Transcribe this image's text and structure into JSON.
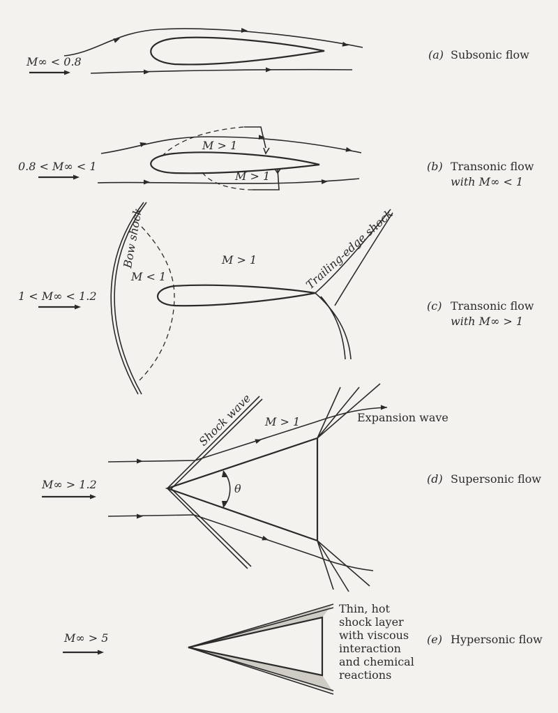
{
  "panels": {
    "a": {
      "tag": "(a)",
      "title": "Subsonic flow",
      "mach": "M∞ < 0.8"
    },
    "b": {
      "tag": "(b)",
      "title_line1": "Transonic flow",
      "title_line2": "with M∞ < 1",
      "mach": "0.8 < M∞ < 1",
      "region_upper": "M > 1",
      "region_lower": "M > 1"
    },
    "c": {
      "tag": "(c)",
      "title_line1": "Transonic flow",
      "title_line2": "with M∞ > 1",
      "mach": "1 < M∞ < 1.2",
      "bow_shock": "Bow shock",
      "subsonic_region": "M < 1",
      "supersonic_region": "M > 1",
      "te_shock": "Trailing-edge shock"
    },
    "d": {
      "tag": "(d)",
      "title": "Supersonic flow",
      "mach": "M∞ > 1.2",
      "shock_wave": "Shock wave",
      "region": "M > 1",
      "expansion": "Expansion wave",
      "angle": "θ"
    },
    "e": {
      "tag": "(e)",
      "title": "Hypersonic flow",
      "mach": "M∞ > 5",
      "note": [
        "Thin, hot",
        "shock layer",
        "with viscous",
        "interaction",
        "and chemical",
        "reactions"
      ]
    }
  }
}
